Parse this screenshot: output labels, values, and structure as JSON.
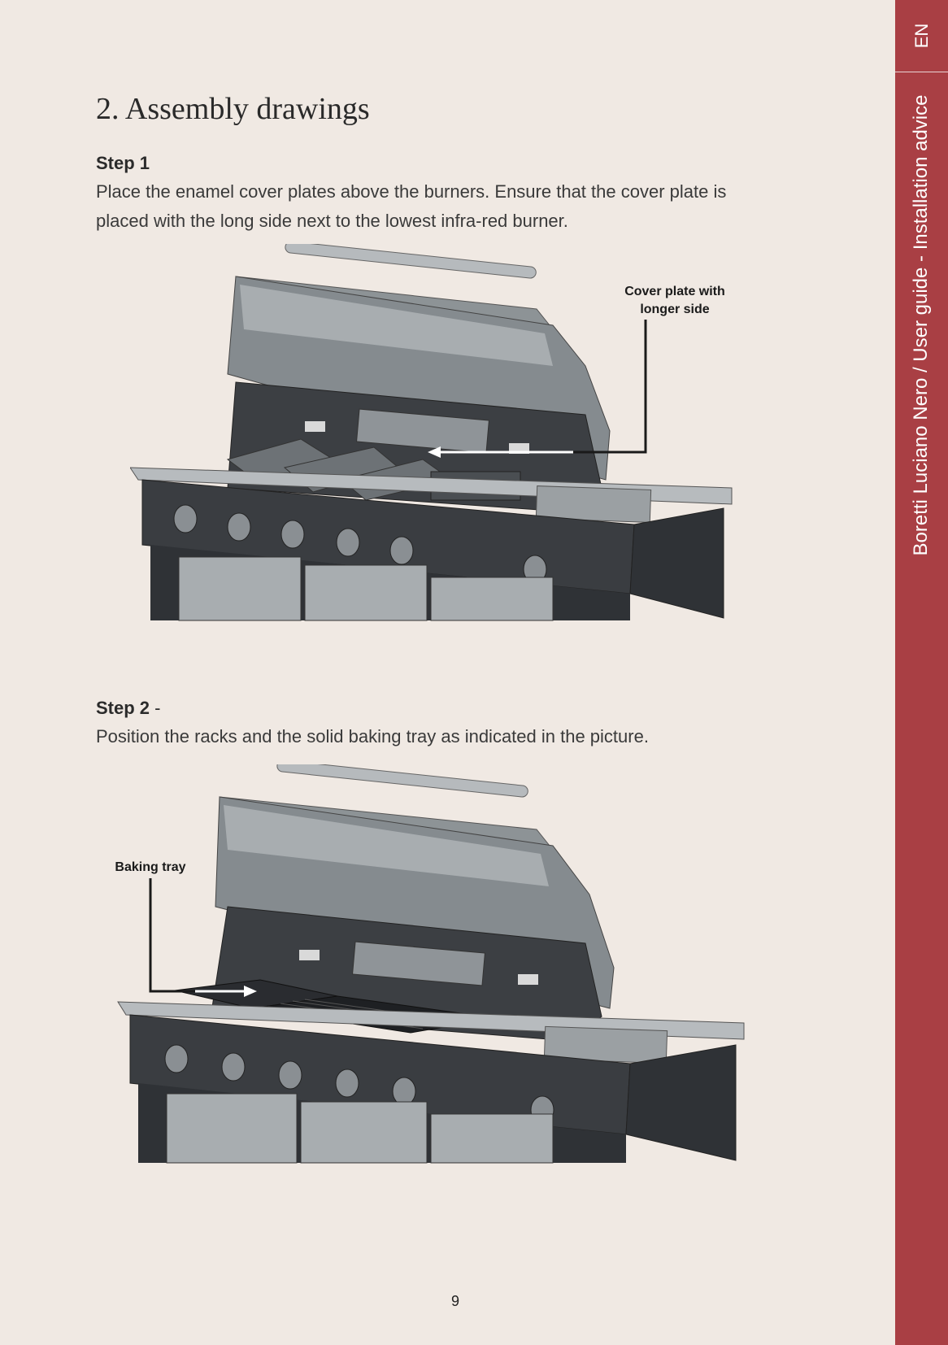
{
  "sidebar": {
    "language": "EN",
    "guide_title": "Boretti Luciano Nero / User guide - Installation advice"
  },
  "heading": "2. Assembly drawings",
  "step1": {
    "title": "Step 1",
    "text": "Place the enamel cover plates above the burners. Ensure that the cover plate is placed with the long side next to the lowest infra-red burner.",
    "callout_line1": "Cover plate with",
    "callout_line2": "longer side"
  },
  "step2": {
    "title": "Step 2",
    "title_suffix": " -",
    "text": "Position the racks and the solid baking tray as indicated in the picture.",
    "callout": "Baking tray"
  },
  "page_number": "9"
}
